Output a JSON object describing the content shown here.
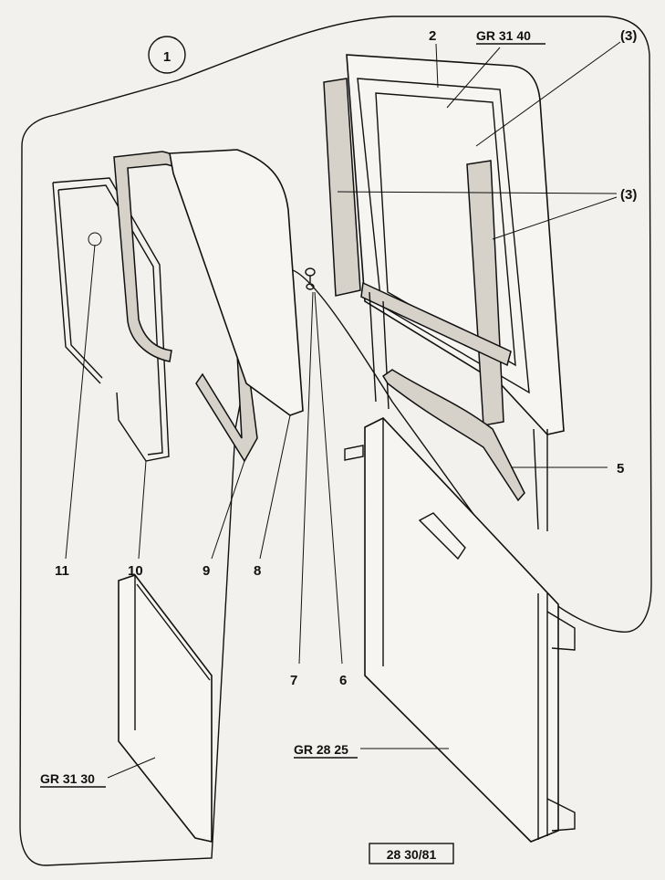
{
  "diagram": {
    "group_number": "1",
    "references": {
      "top_frame": "GR 31 40",
      "door_panel": "GR 28 25",
      "side_panel": "GR 31 30",
      "drawing_number": "28 30/81"
    },
    "callouts": {
      "c2": "2",
      "c3_top": "(3)",
      "c3_mid": "(3)",
      "c5": "5",
      "c6": "6",
      "c7": "7",
      "c8": "8",
      "c9": "9",
      "c10": "10",
      "c11": "11"
    }
  }
}
